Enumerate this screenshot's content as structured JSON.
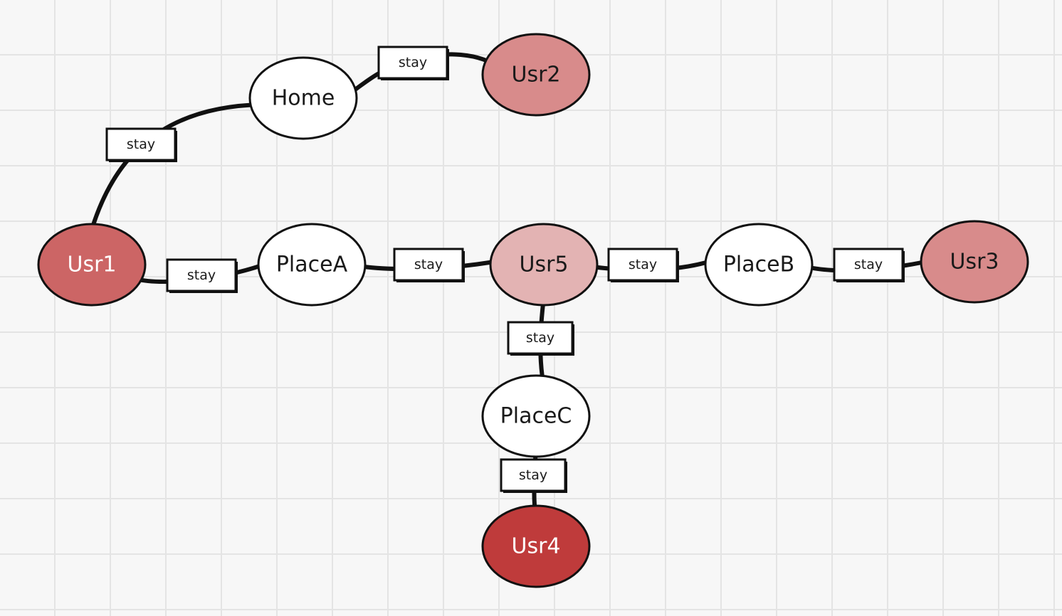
{
  "nodes": [
    {
      "id": "home",
      "label": "Home",
      "fill": "#ffffff",
      "text_color": "#1a1a1a"
    },
    {
      "id": "usr2",
      "label": "Usr2",
      "fill": "#d88b8b",
      "text_color": "#1a1a1a"
    },
    {
      "id": "usr1",
      "label": "Usr1",
      "fill": "#cc6565",
      "text_color": "#ffffff"
    },
    {
      "id": "placea",
      "label": "PlaceA",
      "fill": "#ffffff",
      "text_color": "#1a1a1a"
    },
    {
      "id": "usr5",
      "label": "Usr5",
      "fill": "#e3b3b3",
      "text_color": "#1a1a1a"
    },
    {
      "id": "placeb",
      "label": "PlaceB",
      "fill": "#ffffff",
      "text_color": "#1a1a1a"
    },
    {
      "id": "usr3",
      "label": "Usr3",
      "fill": "#d88b8b",
      "text_color": "#1a1a1a"
    },
    {
      "id": "placec",
      "label": "PlaceC",
      "fill": "#ffffff",
      "text_color": "#1a1a1a"
    },
    {
      "id": "usr4",
      "label": "Usr4",
      "fill": "#bf3b3b",
      "text_color": "#ffffff"
    }
  ],
  "edges": [
    {
      "id": "usr1-home",
      "from": "usr1",
      "to": "home",
      "label": "stay"
    },
    {
      "id": "home-usr2",
      "from": "home",
      "to": "usr2",
      "label": "stay"
    },
    {
      "id": "usr1-placea",
      "from": "usr1",
      "to": "placea",
      "label": "stay"
    },
    {
      "id": "placea-usr5",
      "from": "placea",
      "to": "usr5",
      "label": "stay"
    },
    {
      "id": "usr5-placeb",
      "from": "usr5",
      "to": "placeb",
      "label": "stay"
    },
    {
      "id": "placeb-usr3",
      "from": "placeb",
      "to": "usr3",
      "label": "stay"
    },
    {
      "id": "usr5-placec",
      "from": "usr5",
      "to": "placec",
      "label": "stay"
    },
    {
      "id": "placec-usr4",
      "from": "placec",
      "to": "usr4",
      "label": "stay"
    }
  ],
  "colors": {
    "background": "#f7f7f7",
    "grid": "#e4e4e4",
    "stroke": "#111111"
  }
}
